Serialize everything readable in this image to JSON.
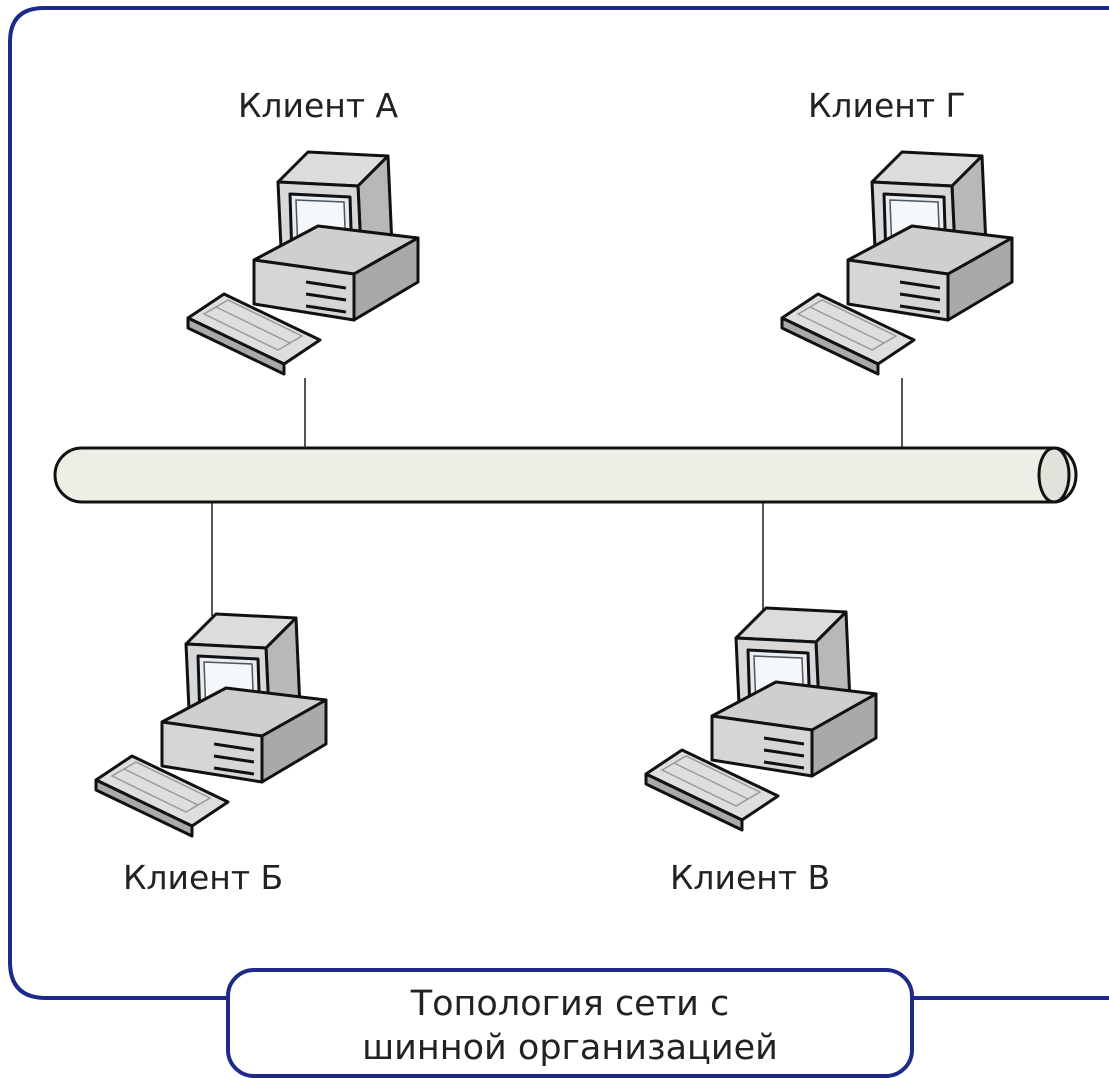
{
  "clients": {
    "a": {
      "label": "Клиент А"
    },
    "g": {
      "label": "Клиент Г"
    },
    "b": {
      "label": "Клиент Б"
    },
    "v": {
      "label": "Клиент В"
    }
  },
  "caption": {
    "line1": "Топология сети с",
    "line2": "шинной организацией"
  },
  "colors": {
    "frame": "#1d2a8a",
    "bus_fill": "#eeeee6",
    "outline": "#111111"
  }
}
